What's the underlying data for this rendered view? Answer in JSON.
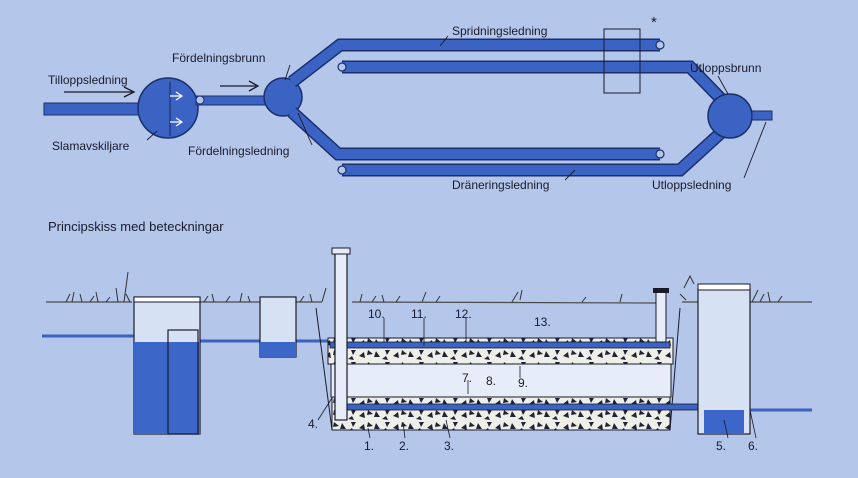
{
  "top": {
    "labels": {
      "tilloppsledning": "Tilloppsledning",
      "slamavskiljare": "Slamavskiljare",
      "fordelningsbrunn": "Fördelningsbrunn",
      "fordelningsledning": "Fördelningsledning",
      "spridningsledning": "Spridningsledning",
      "asterisk": "*",
      "utloppsbrunn": "Utloppsbrunn",
      "draneringsledning": "Dräneringsledning",
      "utloppsledning": "Utloppsledning"
    }
  },
  "section": {
    "title": "Principskiss med beteckningar",
    "numbers": {
      "n1": "1.",
      "n2": "2.",
      "n3": "3.",
      "n4": "4.",
      "n5": "5.",
      "n6": "6.",
      "n7": "7.",
      "n8": "8.",
      "n9": "9.",
      "n10": "10.",
      "n11": "11.",
      "n12": "12.",
      "n13": "13."
    }
  },
  "colors": {
    "background": "#b4c6ea",
    "pipe": "#3a63c4",
    "pipe_outline": "#1b2f6b",
    "water": "#3c67c9",
    "gravel": "#eeeeea",
    "soil_white": "#ffffff"
  }
}
